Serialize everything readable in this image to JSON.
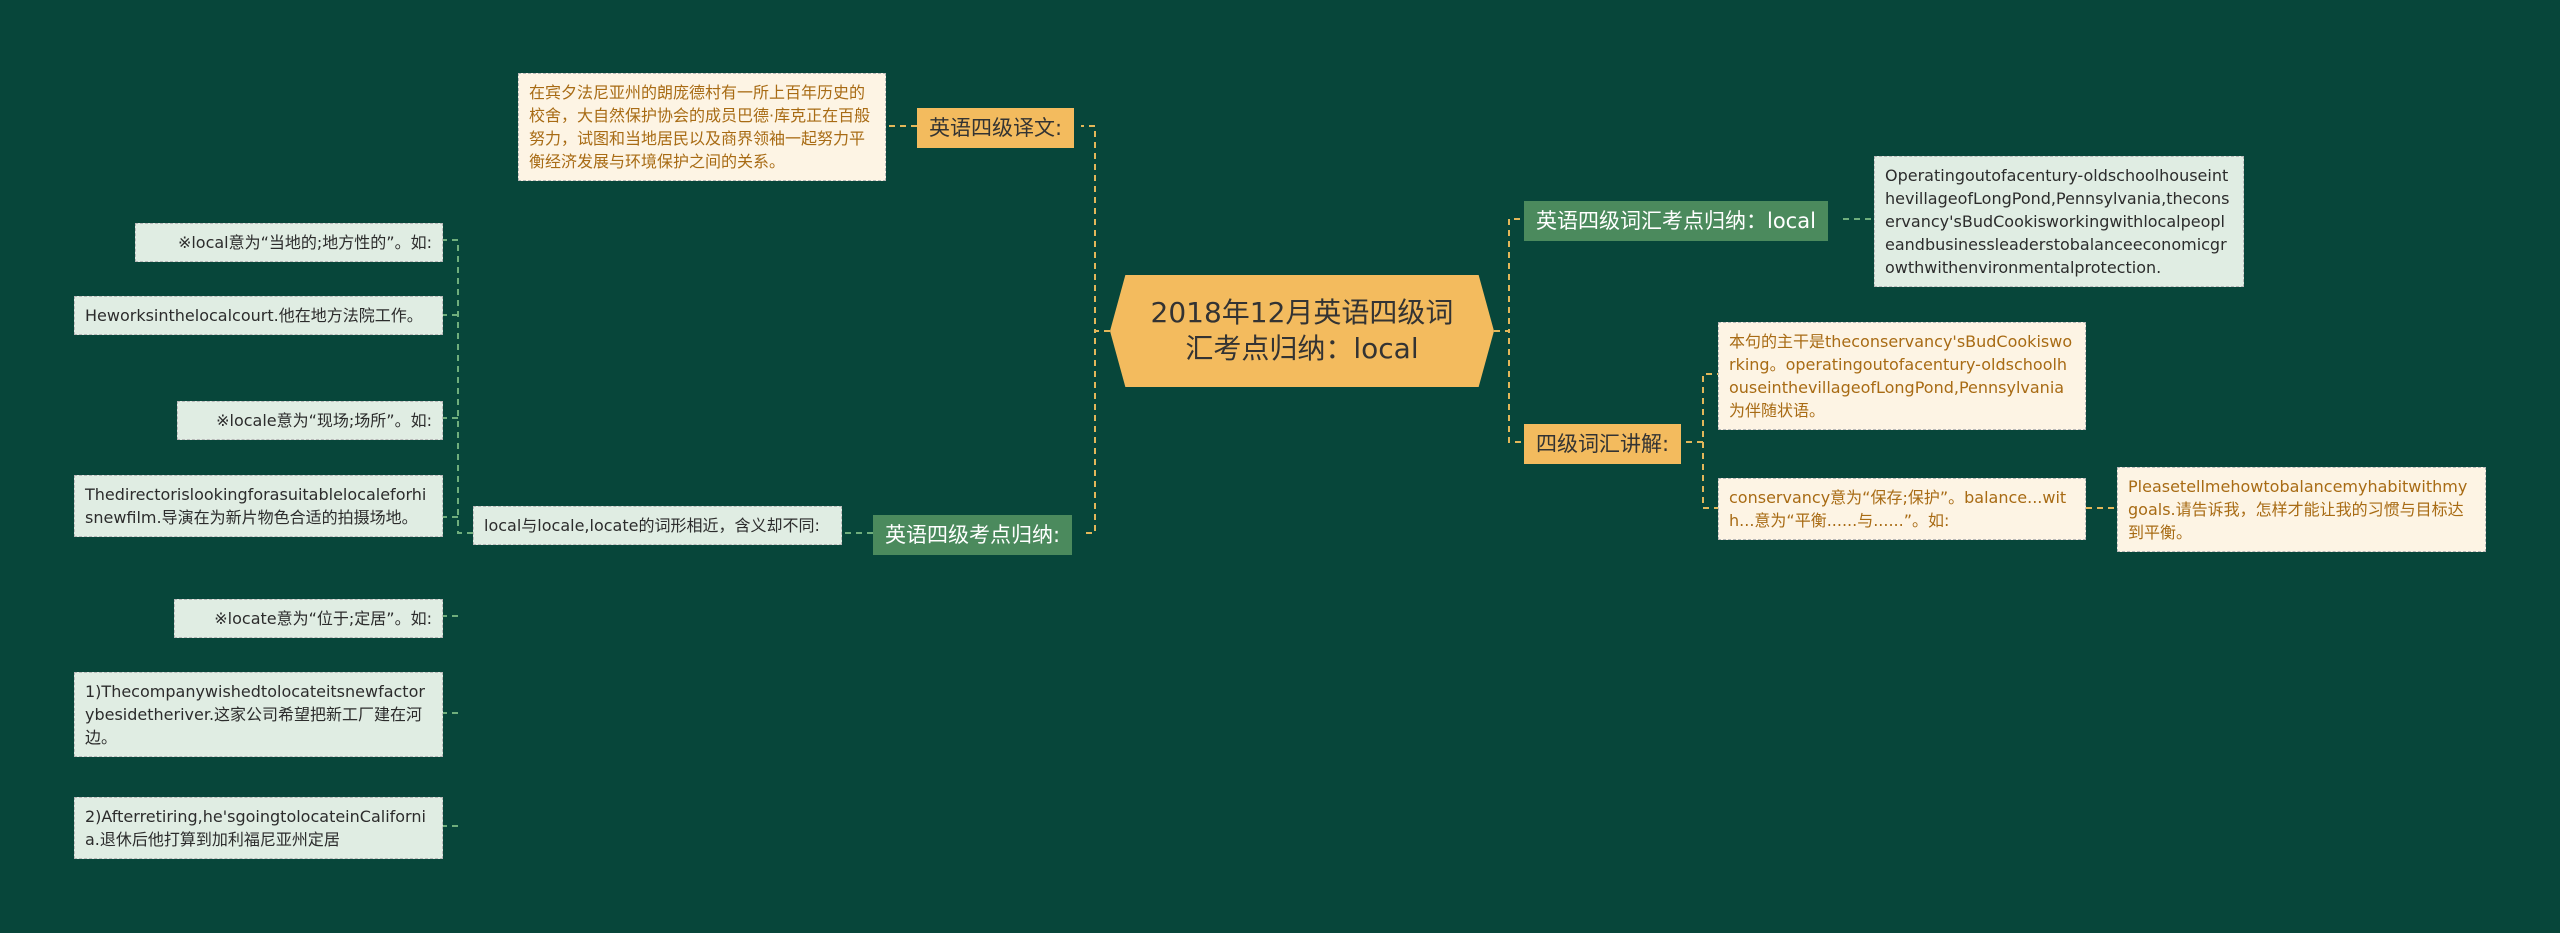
{
  "center": {
    "title": "2018年12月英语四级词汇考点归纳：local"
  },
  "branches": {
    "translation": {
      "label": "英语四级译文:",
      "leaves": [
        "在宾夕法尼亚州的朗庞德村有一所上百年历史的校舍，大自然保护协会的成员巴德·库克正在百般努力，试图和当地居民以及商界领袖一起努力平衡经济发展与环境保护之间的关系。"
      ]
    },
    "summary": {
      "label": "英语四级考点归纳:",
      "leaves": [
        "local与locale,locate的词形相近，含义却不同:"
      ],
      "sub": [
        "※local意为“当地的;地方性的”。如:",
        "Heworksinthelocalcourt.他在地方法院工作。",
        "※locale意为“现场;场所”。如:",
        "Thedirectorislookingforasuitablelocaleforhisnewfilm.导演在为新片物色合适的拍摄场地。",
        "※locate意为“位于;定居”。如:",
        "1)Thecompanywishedtolocateitsnewfactorybesidetheriver.这家公司希望把新工厂建在河边。",
        "2)Afterretiring,he'sgoingtolocateinCalifornia.退休后他打算到加利福尼亚州定居"
      ]
    },
    "vocab": {
      "label": "英语四级词汇考点归纳：local",
      "leaves": [
        "Operatingoutofacentury-oldschoolhouseinthevillageofLongPond,Pennsylvania,theconservancy'sBudCookisworkingwithlocalpeopleandbusinessleaderstobalanceeconomicgrowthwithenvironmentalprotection."
      ]
    },
    "explain": {
      "label": "四级词汇讲解:",
      "leaves": [
        "本句的主干是theconservancy'sBudCookisworking。operatingoutofacentury-oldschoolhouseinthevillageofLongPond,Pennsylvania为伴随状语。",
        "conservancy意为“保存;保护”。balance...with...意为“平衡......与......”。如:"
      ],
      "example": "Pleasetellmehowtobalancemyhabitwithmygoals.请告诉我，怎样才能让我的习惯与目标达到平衡。"
    }
  },
  "colors": {
    "background": "#07463a",
    "orange": "#f3bb5e",
    "green": "#4b8a5d",
    "cream": "#fdf4e4",
    "mint": "#e0ede3",
    "link": "#e2b75a"
  }
}
